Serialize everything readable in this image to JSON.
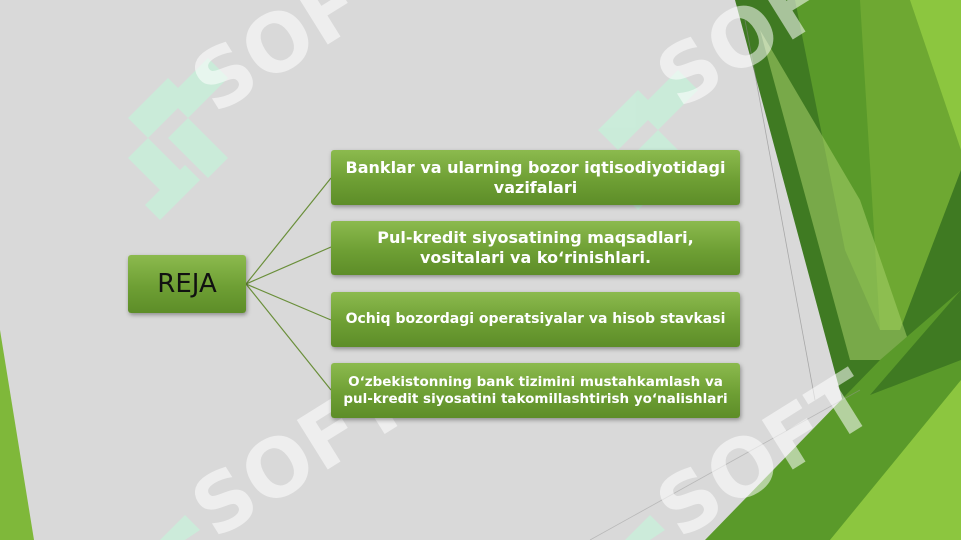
{
  "slide": {
    "colors": {
      "background": "#d9d9d9",
      "box_green": "#6e9f34",
      "dark_green": "#3f7a22",
      "mid_green": "#5a9a2a",
      "light_green": "#7fb83a",
      "connector": "#6a8f3a",
      "watermark_mint": "#c8efd9"
    },
    "root_label": "REJA",
    "items": [
      {
        "line1": "Banklar va ularning bozor iqtisodiyotidagi",
        "line2": "vazifalari"
      },
      {
        "line1": "Pul-kredit siyosatining maqsadlari,",
        "line2": "vositalari va koʻrinishlari."
      },
      {
        "line1": "Ochiq bozordagi operatsiyalar va hisob stavkasi",
        "line2": ""
      },
      {
        "line1": "Oʻzbekistonning bank tizimini mustahkamlash va",
        "line2": "pul-kredit siyosatini takomillashtirish yoʻnalishlari"
      }
    ]
  }
}
